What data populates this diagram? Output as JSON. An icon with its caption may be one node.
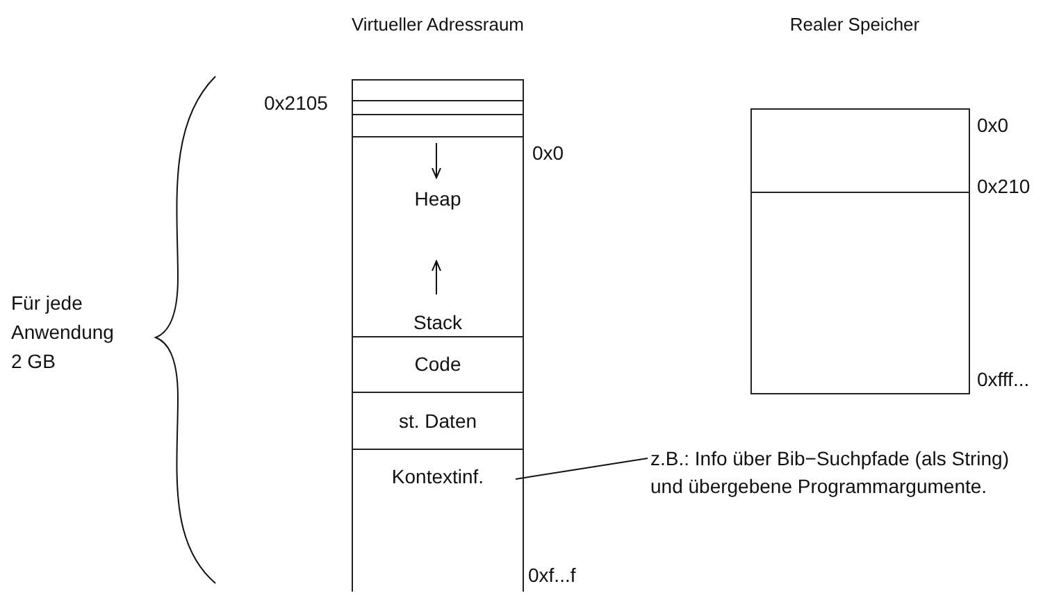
{
  "diagram": {
    "nodes": [
      {
        "text": [
          "Virtueller Adressraum"
        ]
      },
      {
        "text": [
          "Heap",
          "Stack"
        ],
        "in": 0,
        "beside": [
          "0x0"
        ]
      },
      {
        "text": [
          "Code"
        ],
        "in": 0
      },
      {
        "text": [
          "st. Daten"
        ],
        "in": 0
      },
      {
        "text": [
          "Kontextinf."
        ],
        "in": 0
      },
      {
        "text": [
          "Realer Speicher"
        ],
        "beside": [
          "0x0",
          "0x210",
          "0xfff..."
        ]
      },
      {
        "text": [
          "z.B.: Info über Bib−Suchpfade (als String) und übergebene Programmargumente."
        ]
      }
    ],
    "edges": [
      {
        "from": 6,
        "to": 4,
        "arrow": "none"
      }
    ],
    "labels": [
      "0x2105",
      "Für jede Anwendung 2 GB",
      "0xf...f"
    ]
  }
}
